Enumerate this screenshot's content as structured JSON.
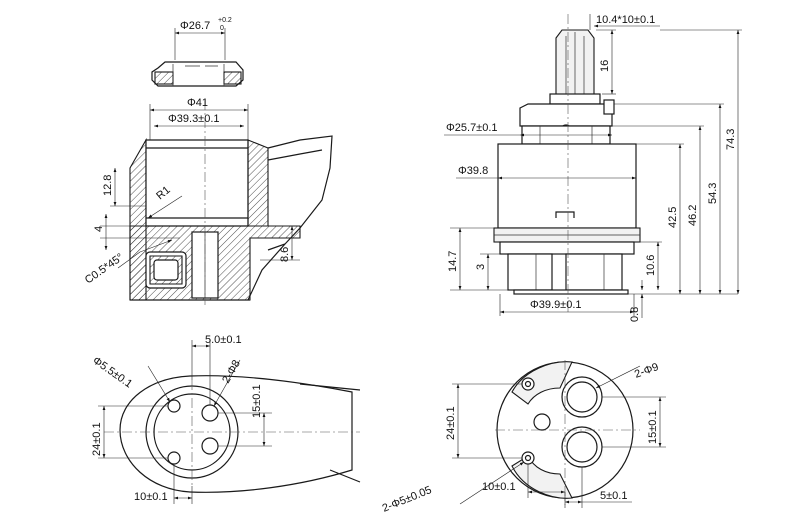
{
  "dimensions": {
    "cap_diameter": "Φ26.7",
    "cap_tol_upper": "+0.2",
    "cap_tol_lower": "0",
    "body_outer": "Φ41",
    "body_inner": "Φ39.3±0.1",
    "depth_12_8": "12.8",
    "radius": "R1",
    "depth_4": "4",
    "chamfer": "C0.5*45°",
    "height_8_6": "8.6",
    "spline": "10.4*10±0.1",
    "stem_16": "16",
    "collar_dia": "Φ25.7±0.1",
    "body_dia": "Φ39.8",
    "h_14_7": "14.7",
    "h_3": "3",
    "h_42_5": "42.5",
    "h_46_2": "46.2",
    "h_54_3": "54.3",
    "h_74_3": "74.3",
    "h_10_6": "10.6",
    "base_dia": "Φ39.9±0.1",
    "h_0_8": "0.8",
    "hole_small": "Φ5.5±0.1",
    "spacing_5": "5.0±0.1",
    "holes_8": "2-Φ8",
    "pitch_15": "15±0.1",
    "span_24": "24±0.1",
    "spacing_10": "10±0.1",
    "ports_9": "2-Φ9",
    "span_24_b": "24±0.1",
    "pitch_15_b": "15±0.1",
    "pins_5": "2-Φ5±0.05",
    "spacing_10_b": "10±0.1",
    "spacing_5_b": "5±0.1"
  }
}
